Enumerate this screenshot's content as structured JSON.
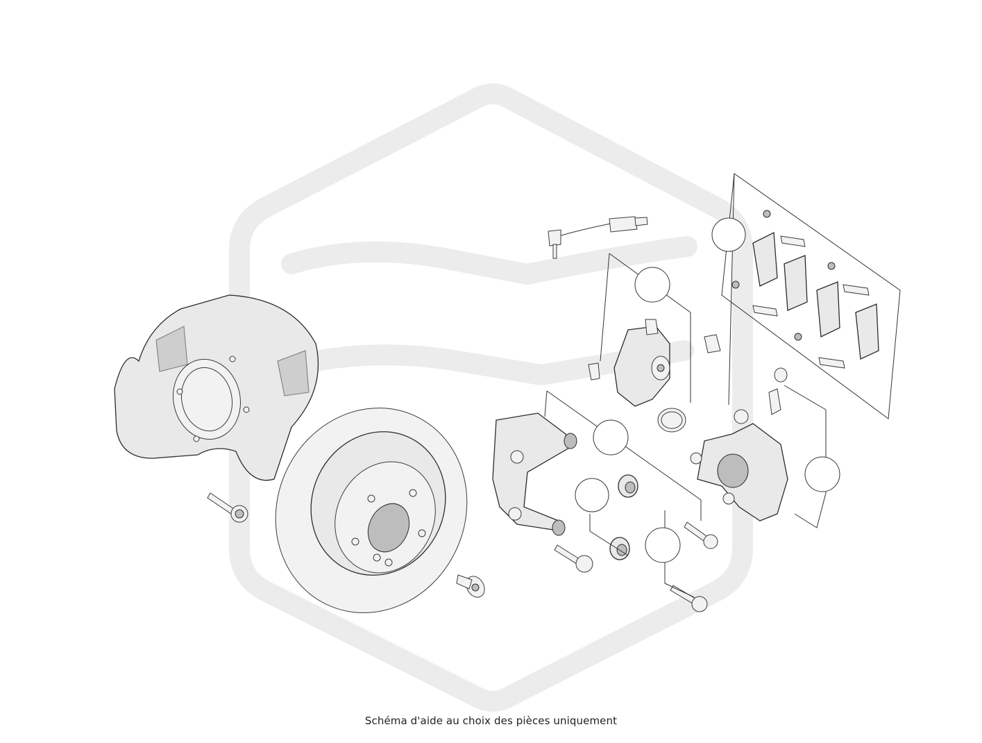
{
  "caption": "Schéma d'aide au choix des pièces uniquement",
  "colors": {
    "watermark": "#ececec",
    "line": "#2b2b2b",
    "fill_light": "#f2f2f2",
    "fill_mid": "#e9e9e9",
    "fill_dark": "#bdbdbd"
  },
  "callouts": [
    {
      "id": "pad-set"
    },
    {
      "id": "caliper-actuator"
    },
    {
      "id": "bracket"
    },
    {
      "id": "guide-bushing"
    },
    {
      "id": "guide-bolt"
    },
    {
      "id": "caliper-bleed"
    }
  ]
}
